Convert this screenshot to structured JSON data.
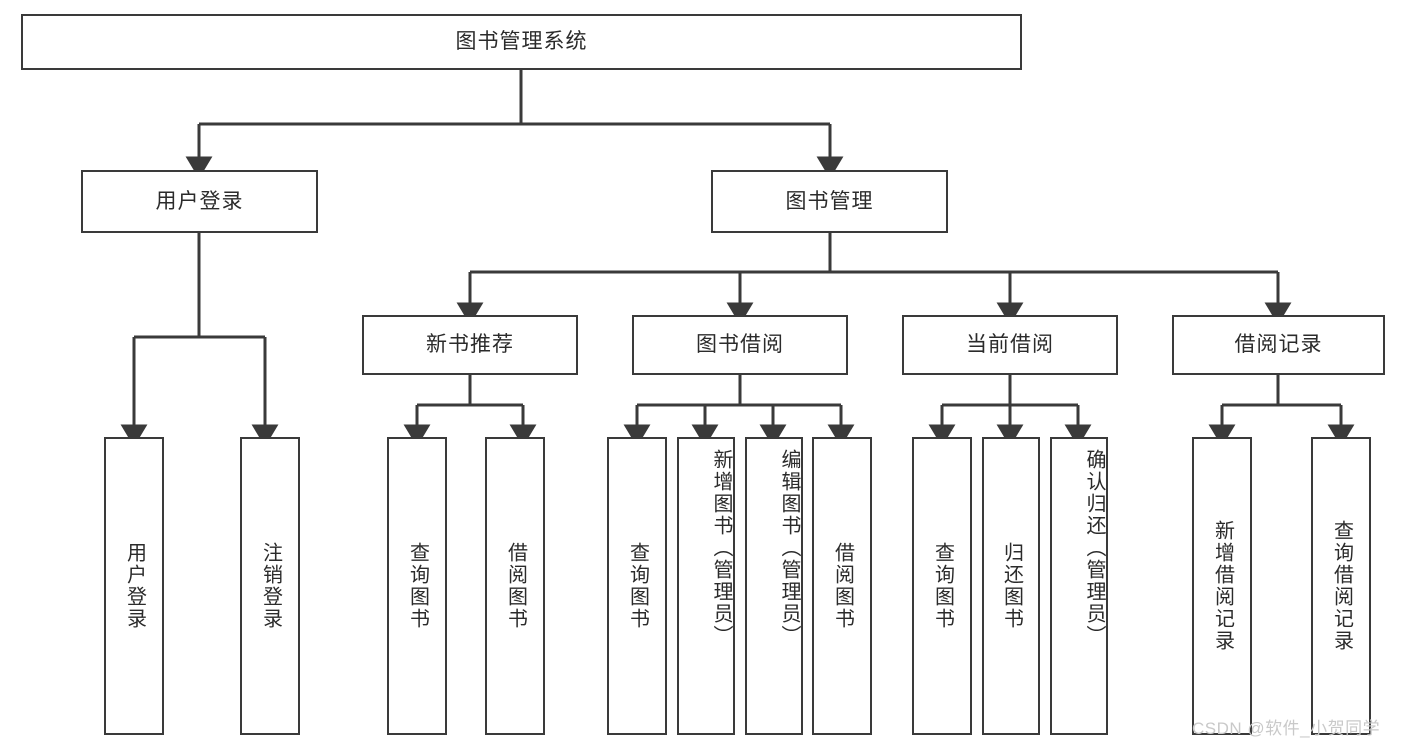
{
  "diagram": {
    "type": "tree-hierarchy-chart",
    "title": "图书管理系统",
    "stroke_color": "#3a3a3a",
    "text_color": "#2b2b2b",
    "background_color": "#ffffff",
    "nodes": {
      "root": {
        "label": "图书管理系统",
        "level": 0
      },
      "user_login": {
        "label": "用户登录",
        "level": 1
      },
      "book_manage": {
        "label": "图书管理",
        "level": 1
      },
      "new_book_rec": {
        "label": "新书推荐",
        "level": 2
      },
      "book_borrow": {
        "label": "图书借阅",
        "level": 2
      },
      "current_borrow": {
        "label": "当前借阅",
        "level": 2
      },
      "borrow_record": {
        "label": "借阅记录",
        "level": 2
      },
      "leaf_user_login": {
        "label": "用户登录",
        "level": 2
      },
      "leaf_logout": {
        "label": "注销登录",
        "level": 2
      },
      "leaf_query_book_a": {
        "label": "查询图书",
        "level": 3
      },
      "leaf_borrow_book_a": {
        "label": "借阅图书",
        "level": 3
      },
      "leaf_query_book_b": {
        "label": "查询图书",
        "level": 3
      },
      "leaf_add_book": {
        "label": "新增图书（管理员）",
        "level": 3
      },
      "leaf_edit_book": {
        "label": "编辑图书（管理员）",
        "level": 3
      },
      "leaf_borrow_book_b": {
        "label": "借阅图书",
        "level": 3
      },
      "leaf_query_book_c": {
        "label": "查询图书",
        "level": 3
      },
      "leaf_return_book": {
        "label": "归还图书",
        "level": 3
      },
      "leaf_confirm_return": {
        "label": "确认归还（管理员）",
        "level": 3
      },
      "leaf_add_record": {
        "label": "新增借阅记录",
        "level": 3
      },
      "leaf_query_record": {
        "label": "查询借阅记录",
        "level": 3
      }
    },
    "edges": [
      {
        "from": "root",
        "to": "user_login"
      },
      {
        "from": "root",
        "to": "book_manage"
      },
      {
        "from": "user_login",
        "to": "leaf_user_login"
      },
      {
        "from": "user_login",
        "to": "leaf_logout"
      },
      {
        "from": "book_manage",
        "to": "new_book_rec"
      },
      {
        "from": "book_manage",
        "to": "book_borrow"
      },
      {
        "from": "book_manage",
        "to": "current_borrow"
      },
      {
        "from": "book_manage",
        "to": "borrow_record"
      },
      {
        "from": "new_book_rec",
        "to": "leaf_query_book_a"
      },
      {
        "from": "new_book_rec",
        "to": "leaf_borrow_book_a"
      },
      {
        "from": "book_borrow",
        "to": "leaf_query_book_b"
      },
      {
        "from": "book_borrow",
        "to": "leaf_add_book"
      },
      {
        "from": "book_borrow",
        "to": "leaf_edit_book"
      },
      {
        "from": "book_borrow",
        "to": "leaf_borrow_book_b"
      },
      {
        "from": "current_borrow",
        "to": "leaf_query_book_c"
      },
      {
        "from": "current_borrow",
        "to": "leaf_return_book"
      },
      {
        "from": "current_borrow",
        "to": "leaf_confirm_return"
      },
      {
        "from": "borrow_record",
        "to": "leaf_add_record"
      },
      {
        "from": "borrow_record",
        "to": "leaf_query_record"
      }
    ]
  },
  "watermark": {
    "text": "CSDN @软件_小贺同学"
  }
}
